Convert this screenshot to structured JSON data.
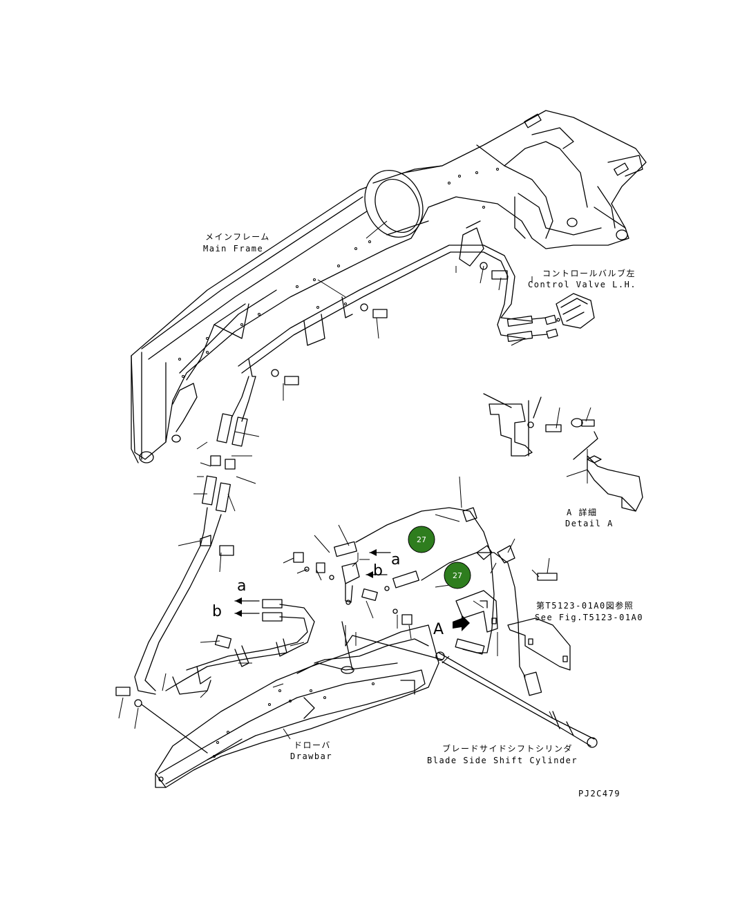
{
  "labels": {
    "main_frame_jp": "メインフレーム",
    "main_frame_en": "Main Frame",
    "control_valve_jp": "コントロールバルブ左",
    "control_valve_en": "Control Valve L.H.",
    "detail_a_jp": "A 詳細",
    "detail_a_en": "Detail A",
    "see_fig_jp": "第T5123-01A0図参照",
    "see_fig_en": "See Fig.T5123-01A0",
    "drawbar_jp": "ドローバ",
    "drawbar_en": "Drawbar",
    "cylinder_jp": "ブレードサイドシフトシリンダ",
    "cylinder_en": "Blade Side Shift Cylinder",
    "drawing_code": "PJ2C479",
    "letter_a": "a",
    "letter_b": "b",
    "letter_A": "A"
  },
  "callouts": [
    {
      "number": "27"
    },
    {
      "number": "27"
    }
  ],
  "colors": {
    "callout_fill": "#2e7d1e",
    "line": "#000000",
    "background": "#ffffff"
  }
}
